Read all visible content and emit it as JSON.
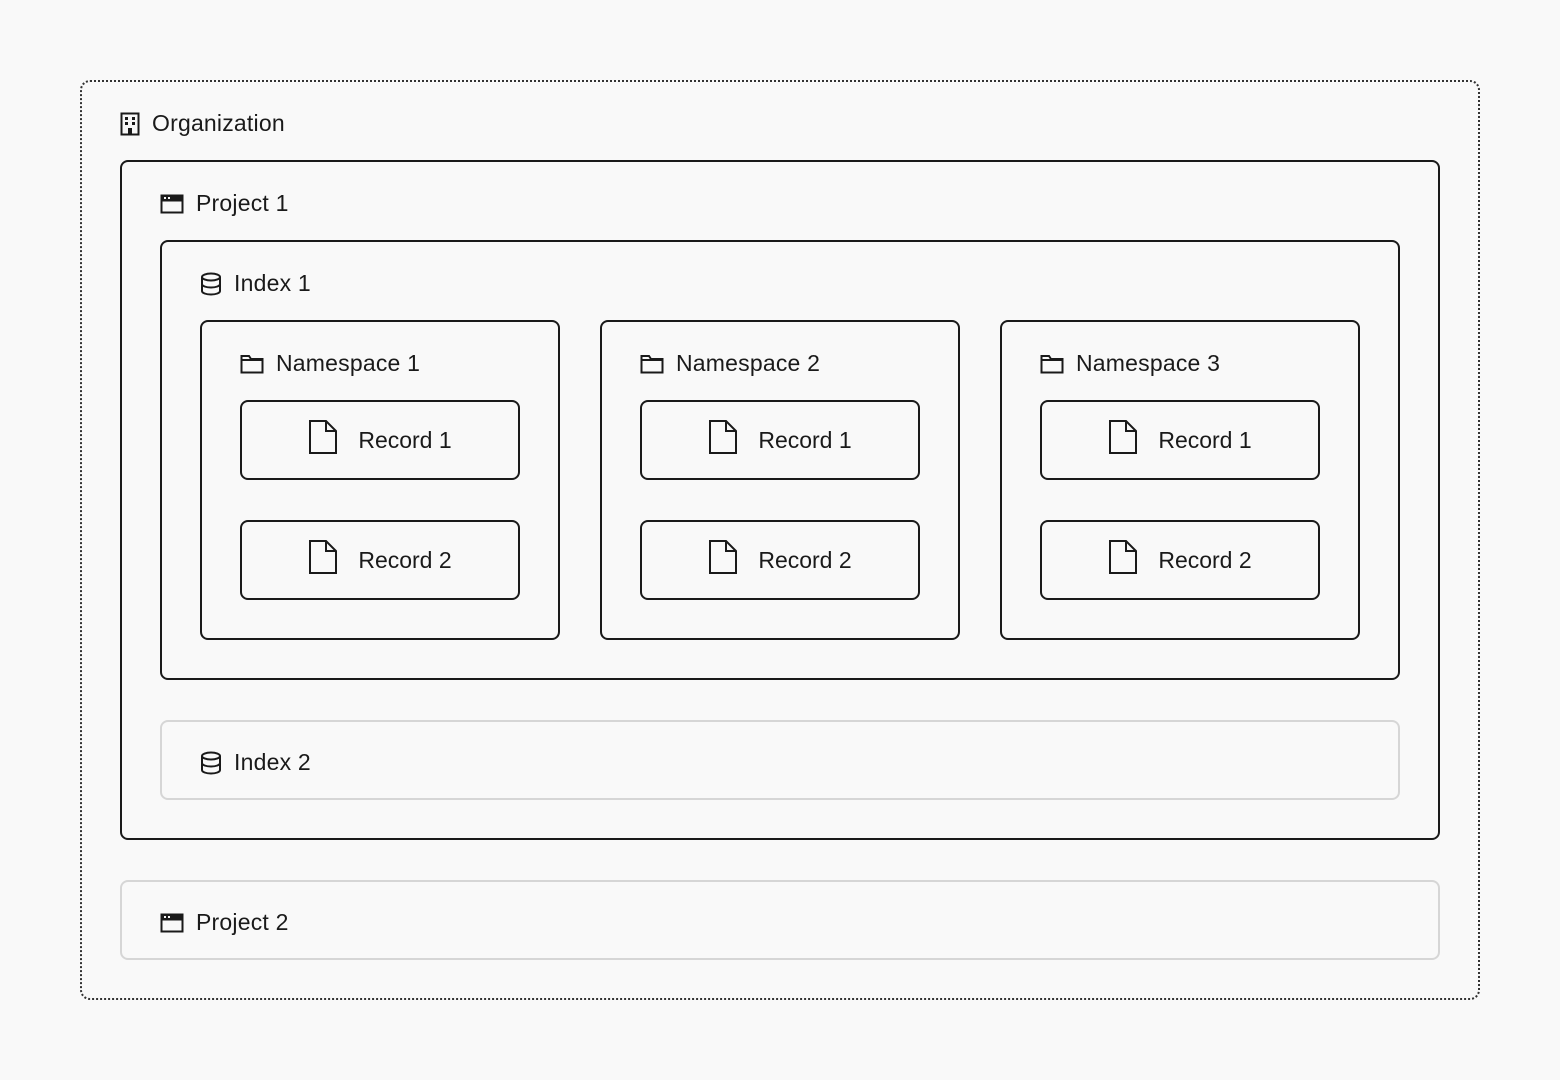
{
  "organization": {
    "label": "Organization",
    "icon": "building-icon"
  },
  "project1": {
    "label": "Project 1",
    "icon": "window-icon",
    "index1": {
      "label": "Index 1",
      "icon": "database-icon",
      "namespaces": [
        {
          "label": "Namespace 1",
          "icon": "folder-icon",
          "records": [
            "Record 1",
            "Record 2"
          ]
        },
        {
          "label": "Namespace 2",
          "icon": "folder-icon",
          "records": [
            "Record 1",
            "Record 2"
          ]
        },
        {
          "label": "Namespace 3",
          "icon": "folder-icon",
          "records": [
            "Record 1",
            "Record 2"
          ]
        }
      ]
    },
    "index2": {
      "label": "Index 2",
      "icon": "database-icon"
    }
  },
  "project2": {
    "label": "Project 2",
    "icon": "window-icon"
  },
  "colors": {
    "active_border": "#1a1a1a",
    "inactive_border": "#d6d6d6",
    "background": "#f9f9f9"
  }
}
